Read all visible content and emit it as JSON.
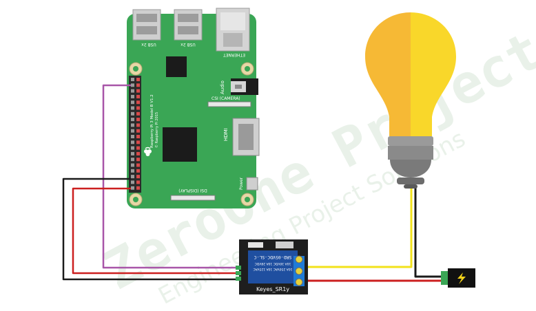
{
  "board": {
    "usb_labels": [
      "USB 2x",
      "USB 2x"
    ],
    "ethernet_label": "ETHERNET",
    "audio_label": "Audio",
    "csi_label": "CSI (CAMERA)",
    "hdmi_label": "HDMI",
    "dsi_label": "DSI (DISPLAY)",
    "power_label": "Power",
    "model_label": "Raspberry Pi 3 Model B V1.2",
    "copyright_label": "© Raspberry Pi 2015"
  },
  "relay": {
    "model_top": "SRD-05VDC-SL-C",
    "rating_line1": "10A 30VDC 10A 28VDC",
    "rating_line2": "10A 250VAC 10A 125VAC",
    "module_label": "Keyes_SR1y"
  },
  "watermark": {
    "brand": "ZeroOne Projects",
    "tagline": "Engineering Project Solutions"
  },
  "colors": {
    "board_green": "#3aa655",
    "wire_purple": "#a855a8",
    "wire_red": "#cc1f1f",
    "wire_black": "#1a1a1a",
    "wire_yellow": "#f2e21a",
    "bulb_left": "#f6b935",
    "bulb_right": "#f9d72a",
    "relay_blue": "#1f4fa0"
  },
  "icons": [
    "raspberry-logo-icon",
    "lightning-icon"
  ]
}
